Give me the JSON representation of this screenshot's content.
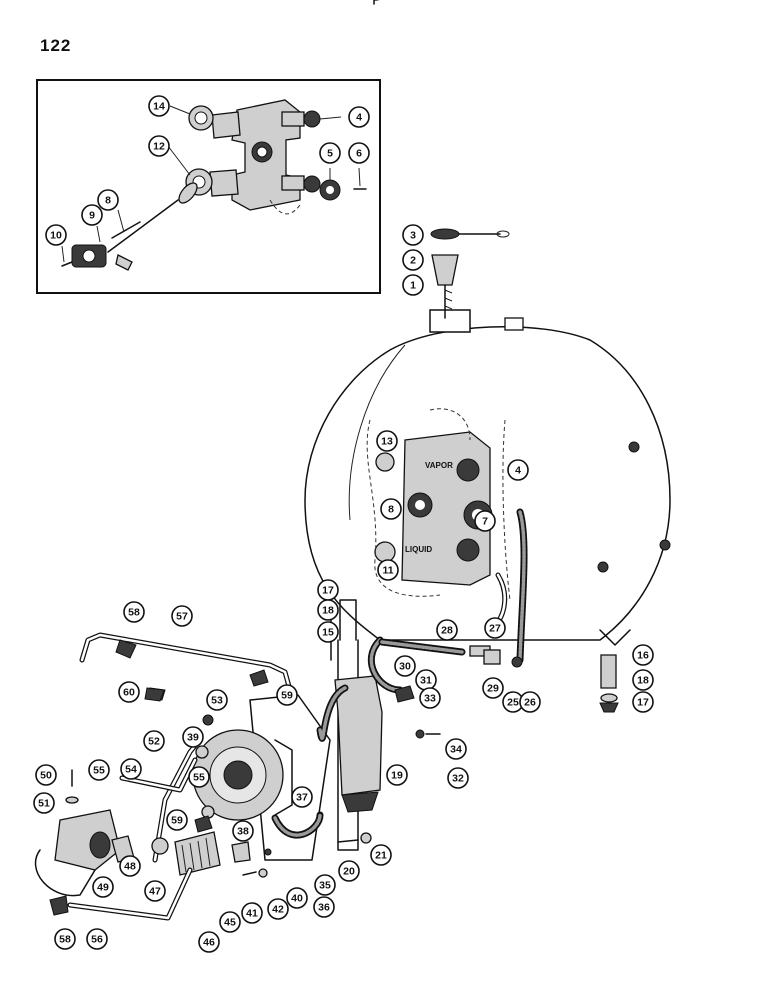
{
  "page": {
    "number": "122"
  },
  "diagram": {
    "labels": {
      "vapor": "VAPOR",
      "liquid": "LIQUID"
    },
    "callouts": [
      "1",
      "2",
      "3",
      "4",
      "4",
      "5",
      "6",
      "8",
      "8",
      "9",
      "10",
      "11",
      "12",
      "13",
      "14",
      "15",
      "16",
      "17",
      "17",
      "18",
      "18",
      "19",
      "20",
      "21",
      "25",
      "26",
      "27",
      "28",
      "29",
      "30",
      "31",
      "32",
      "33",
      "34",
      "35",
      "36",
      "37",
      "38",
      "39",
      "40",
      "41",
      "42",
      "45",
      "46",
      "47",
      "48",
      "49",
      "50",
      "51",
      "52",
      "53",
      "54",
      "55",
      "55",
      "56",
      "57",
      "58",
      "58",
      "59",
      "59",
      "60",
      "7"
    ]
  }
}
